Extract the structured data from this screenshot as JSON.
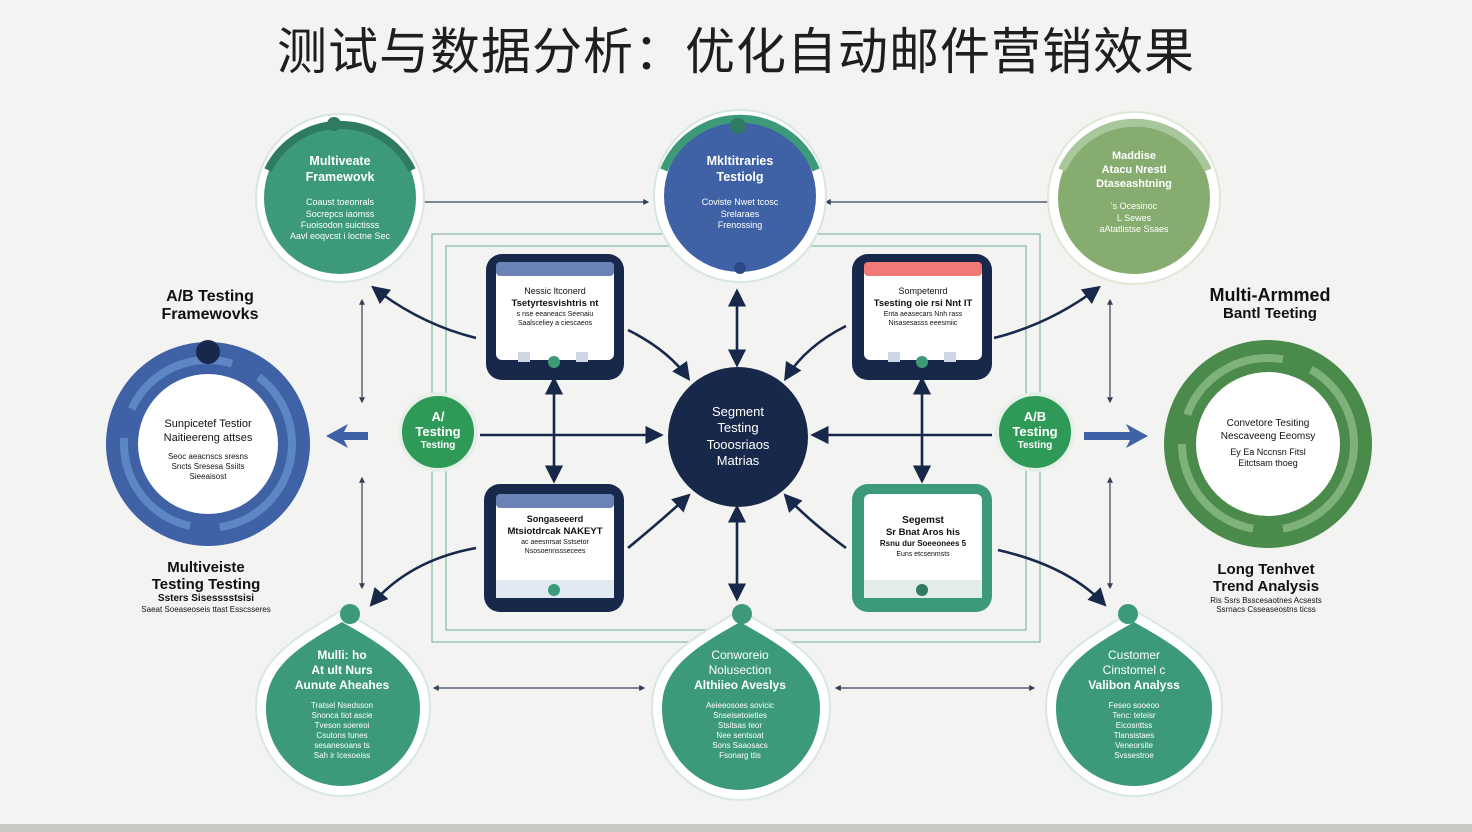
{
  "title": "测试与数据分析：优化自动邮件营销效果",
  "colors": {
    "green": "#3d9a78",
    "blue": "#3f62a6",
    "sage": "#86ad6f",
    "navy": "#17284a",
    "lightgreen": "#2f9a58"
  },
  "top_nodes": [
    {
      "head1": "Multiveate",
      "head2": "Framewovk",
      "body": [
        "Coaust toeonrals",
        "Socrepcs iaomss",
        "Fuoisodon suictisss",
        "Aavl eoqvcst i loctne Sec"
      ]
    },
    {
      "head1": "Mkltitraries",
      "head2": "Testiolg",
      "body": [
        "Coviste Nwet tcosc",
        "Srelaraes",
        "Frenossing"
      ]
    },
    {
      "head1": "Maddise",
      "head2": "Atacu Nrestl",
      "head3": "Dtaseashtning",
      "body": [
        "'s Ocesinoc",
        "L Sewes",
        "aAtatlistse Ssaes"
      ]
    }
  ],
  "left_node": {
    "label1": "A/B Testing",
    "label2": "Framewovks",
    "head": "Sunpicetef Testior",
    "sub": "Naitieereng attses",
    "body": [
      "Seoc aeacnscs sresns",
      "Sncts Sresesa Ssiits",
      "Sieeaisost"
    ]
  },
  "right_node": {
    "label1": "Multi-Armmed",
    "label2": "Bantl Teeting",
    "head": "Convetore Tesiting",
    "sub": "Nescaveeng Eeomsy",
    "body": [
      "Ey Ea Nccnsn Fitsl",
      "Eitctsam thoeg"
    ]
  },
  "left_bottom_label": {
    "l1": "Multiveiste",
    "l2": "Testing Testing",
    "l3": "Ssters Sisesssstsisi",
    "l4": "Saeat Soeaseoseis ttast Esscsseres"
  },
  "right_bottom_label": {
    "l1": "Long Tenhvet",
    "l2": "Trend Analysis",
    "l3": "Ris Ssrs Bsscesaotnes Acsests",
    "l4": "Ssrnacs Csseaseostns ticss"
  },
  "center": {
    "l1": "Segment",
    "l2": "Testing",
    "l3": "Tooosriaos",
    "l4": "Matrias"
  },
  "pill_left": {
    "l1": "A/",
    "l2": "Testing",
    "l3": "Testing"
  },
  "pill_right": {
    "l1": "A/B",
    "l2": "Testing",
    "l3": "Testing"
  },
  "cards": [
    {
      "l1": "Nessic ltconerd",
      "l2": "Tsetyrtesvishtris nt",
      "l3": "s nse eeaneacs Seenaiu",
      "l4": "Saalsceliey a ciescaeos"
    },
    {
      "l1": "Sompetenrd",
      "l2": "Tsesting oie rsi Nnt IT",
      "l3": "Enta aeasecars Nnh rass",
      "l4": "Nisasesasss eeesmiic"
    },
    {
      "l1": "Songaseeerd",
      "l2": "Mtsiotdrcak NAKEYT",
      "l3": "ac aeesnrsat Sstsetor",
      "l4": "Nsosoennsssecees"
    },
    {
      "l1": "Segemst",
      "l2": "Sr Bnat Aros his",
      "l3": "Rsnu dur Soeeonees 5",
      "l4": "Euns etcsenmsts"
    }
  ],
  "bottom_nodes": [
    {
      "head1": "Mulli: ho",
      "head2": "At ult Nurs",
      "head3": "Aunute Aheahes",
      "body": [
        "Tratsel Nsedsson",
        "Snonca tiot ascie",
        "Tveson soereoi",
        "Csutons tunes",
        "sesanesoans ts",
        "Sah ir Icesoeiss"
      ]
    },
    {
      "head1": "Conworeio",
      "head2": "Nolusection",
      "head3": "Althiieo Aveslys",
      "body": [
        "Aeieeosoes sovicic",
        "Snseisetoieties",
        "Stsitsas teor",
        "Nee sentsoat",
        "Sons Saaosacs",
        "Fsonarg ttis"
      ]
    },
    {
      "head1": "Customer",
      "head2": "Cinstomel c",
      "head3": "Valibon Analyss",
      "body": [
        "Feseo sooeoo",
        "Tenc: teteisr",
        "Eicosnttss",
        "Tlansistaes",
        "Veneorsite",
        "Svssestroe"
      ]
    }
  ]
}
